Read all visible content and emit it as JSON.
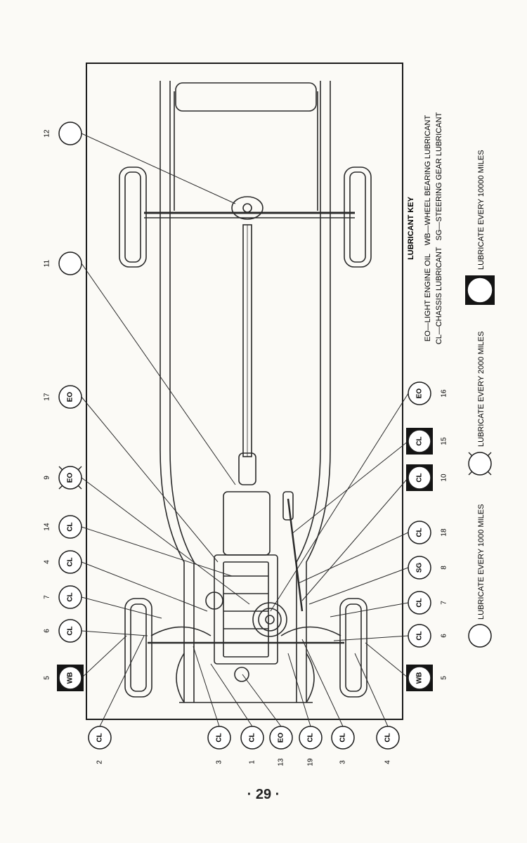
{
  "page_number": "· 29 ·",
  "lubricant_key": {
    "title": "LUBRICANT KEY",
    "line1": "EO—LIGHT ENGINE OIL    WB—WHEEL BEARING LUBRICANT",
    "line2": "CL—CHASSIS LUBRICANT   SG—STEERING GEAR LUBRICANT"
  },
  "frequency_legend": [
    {
      "symbol": "plain-circle",
      "label": "LUBRICATE EVERY 1000 MILES"
    },
    {
      "symbol": "cross-circle",
      "label": "LUBRICATE EVERY 2000 MILES"
    },
    {
      "symbol": "square-circle",
      "label": "LUBRICATE EVERY 10000 MILES"
    }
  ],
  "top_row_points": [
    {
      "number": "5",
      "code": "WB",
      "symbol": "square-circle"
    },
    {
      "number": "6",
      "code": "CL",
      "symbol": "plain-circle"
    },
    {
      "number": "7",
      "code": "CL",
      "symbol": "plain-circle"
    },
    {
      "number": "4",
      "code": "CL",
      "symbol": "plain-circle"
    },
    {
      "number": "14",
      "code": "CL",
      "symbol": "plain-circle"
    },
    {
      "number": "9",
      "code": "EO",
      "symbol": "cross-circle"
    },
    {
      "number": "17",
      "code": "EO",
      "symbol": "plain-circle"
    },
    {
      "number": "11",
      "code": "",
      "symbol": "plain-circle"
    },
    {
      "number": "12",
      "code": "",
      "symbol": "plain-circle"
    }
  ],
  "bottom_row_points": [
    {
      "number": "5",
      "code": "WB",
      "symbol": "square-circle"
    },
    {
      "number": "6",
      "code": "CL",
      "symbol": "plain-circle"
    },
    {
      "number": "7",
      "code": "CL",
      "symbol": "plain-circle"
    },
    {
      "number": "8",
      "code": "SG",
      "symbol": "plain-circle"
    },
    {
      "number": "18",
      "code": "CL",
      "symbol": "plain-circle"
    },
    {
      "number": "10",
      "code": "CL",
      "symbol": "square-circle"
    },
    {
      "number": "15",
      "code": "CL",
      "symbol": "square-circle"
    },
    {
      "number": "16",
      "code": "EO",
      "symbol": "plain-circle"
    }
  ],
  "front_column_points": [
    {
      "number": "2",
      "code": "CL",
      "symbol": "plain-circle"
    },
    {
      "number": "3",
      "code": "CL",
      "symbol": "plain-circle"
    },
    {
      "number": "1",
      "code": "CL",
      "symbol": "plain-circle"
    },
    {
      "number": "13",
      "code": "EO",
      "symbol": "plain-circle"
    },
    {
      "number": "19",
      "code": "CL",
      "symbol": "plain-circle"
    },
    {
      "number": "3",
      "code": "CL",
      "symbol": "plain-circle"
    },
    {
      "number": "4",
      "code": "CL",
      "symbol": "plain-circle"
    }
  ]
}
